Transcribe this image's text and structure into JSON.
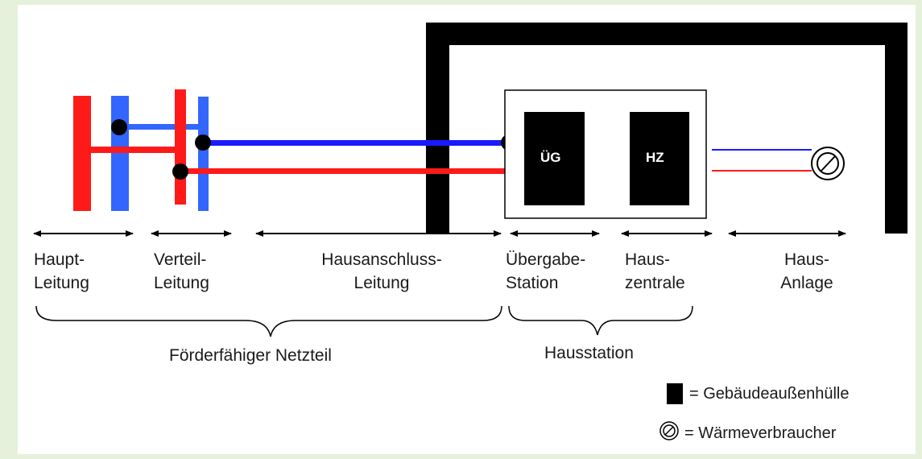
{
  "boxes": {
    "ug": "ÜG",
    "hz": "HZ"
  },
  "labels": {
    "haupt_1": "Haupt-",
    "haupt_2": "Leitung",
    "verteil_1": "Verteil-",
    "verteil_2": "Leitung",
    "hausanschluss_1": "Hausanschluss-",
    "hausanschluss_2": "Leitung",
    "uebergabe_1": "Übergabe-",
    "uebergabe_2": "Station",
    "haus_1": "Haus-",
    "haus_2": "zentrale",
    "anlage_1": "Haus-",
    "anlage_2": "Anlage"
  },
  "groups": {
    "netzteil": "Förderfähiger Netzteil",
    "hausstation": "Hausstation"
  },
  "legend": {
    "huelle": "= Gebäudeaußenhülle",
    "verbraucher": "= Wärmeverbraucher"
  },
  "colors": {
    "supply": "#ff1a1a",
    "return": "#3366ff",
    "envelope": "#000000"
  }
}
